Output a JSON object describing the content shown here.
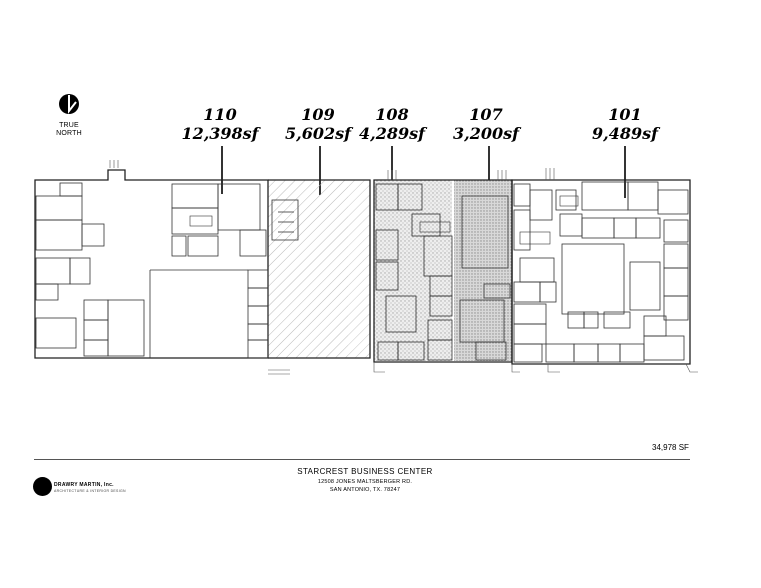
{
  "north": {
    "label_line1": "TRUE",
    "label_line2": "NORTH"
  },
  "suites": [
    {
      "number": "110",
      "area": "12,398sf"
    },
    {
      "number": "109",
      "area": "5,602sf"
    },
    {
      "number": "108",
      "area": "4,289sf"
    },
    {
      "number": "107",
      "area": "3,200sf"
    },
    {
      "number": "101",
      "area": "9,489sf"
    }
  ],
  "total_area": "34,978 SF",
  "title_block": {
    "center_name": "STARCREST BUSINESS CENTER",
    "address_line1": "12508 JONES MALTSBERGER RD.",
    "address_line2": "SAN ANTONIO, TX. 78247",
    "company_name": "DRAWRY MARTIN, Inc.",
    "company_tagline": "ARCHITECTURE & INTERIOR DESIGN"
  },
  "colors": {
    "line": "#222222",
    "stipple": "#c9c9c9",
    "hatch": "#b9b9b9"
  }
}
